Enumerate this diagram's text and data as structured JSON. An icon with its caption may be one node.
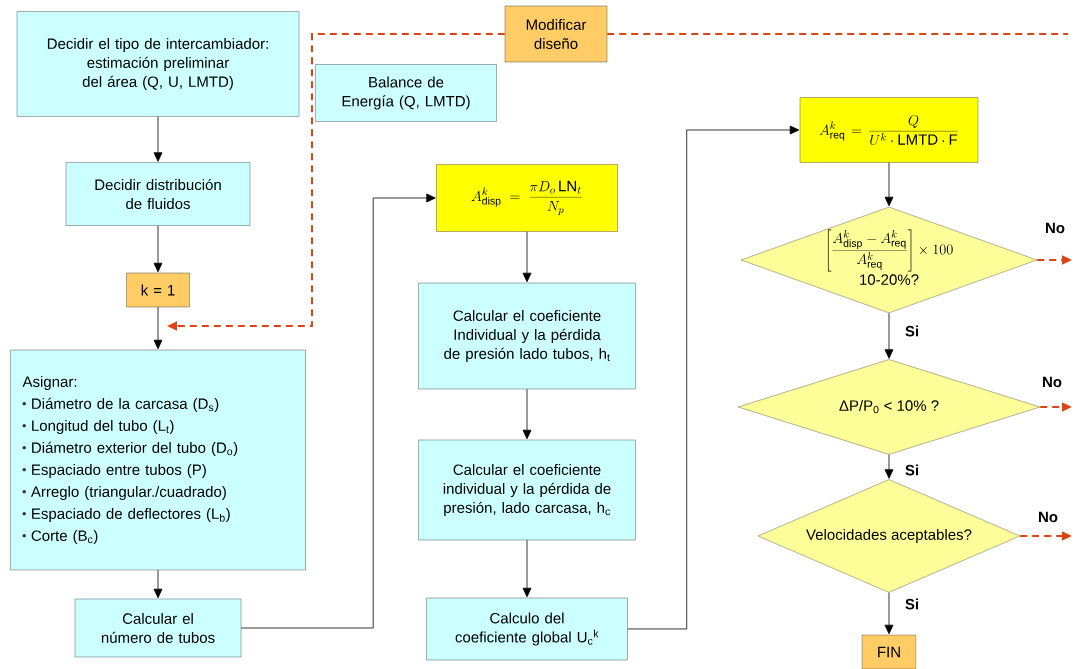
{
  "diagram": {
    "nodes": [
      {
        "text": [
          "Decidir el tipo de intercambiador: estimación preliminar del área (Q, U, LMTD)"
        ]
      },
      {
        "text": [
          "Decidir distribución de fluidos"
        ]
      },
      {
        "text": [
          "k = 1"
        ]
      },
      {
        "text": [
          "Asignar:",
          "Diámetro de la carcasa (D$_{s}$)",
          "Longitud del tubo (L$_{t}$)",
          "Diámetro exterior del tubo (D$_{o}$)",
          "Espaciado entre tubos (P)",
          "Arreglo (triangular./cuadrado)",
          "Espaciado de deflectores (L$_{b}$)",
          "Corte (B$_{c}$)"
        ]
      },
      {
        "text": [
          "Calcular el número de tubos"
        ]
      },
      {
        "text": [
          "Balance de Energía (Q, LMTD)"
        ]
      },
      {
        "text": [
          "Modificar diseño"
        ]
      },
      {
        "text": [
          "A^{k}_{\\mathrm{disp}}=\\frac{\\pi D_{o}\\,\\mathrm{LN}_{t}}{N_{p}}"
        ]
      },
      {
        "text": [
          "Calcular el coeficiente Individual y la pérdida de presión lado tubos, h$_{t}$"
        ]
      },
      {
        "text": [
          "Calcular el coeficiente individual y la pérdida de presión, lado carcasa, h$_{c}$"
        ]
      },
      {
        "text": [
          "Calculo del coeficiente global U$_{c}$$^{k}$"
        ]
      },
      {
        "text": [
          "A^{k}_{\\mathrm{req}}=\\frac{Q}{U^{k}\\cdot\\mathrm{LMTD}\\cdot\\mathrm{F}}"
        ]
      },
      {
        "text": [
          "\\left[\\frac{A^{k}_{\\mathrm{disp}}-A^{k}_{\\mathrm{req}}}{A^{k}_{\\mathrm{req}}}\\right]\\times 100",
          "10-20%?"
        ]
      },
      {
        "text": [
          "ΔP/P$_{0}$ < 10% ?"
        ]
      },
      {
        "text": [
          "Velocidades aceptables?"
        ]
      },
      {
        "text": [
          "FIN"
        ]
      }
    ],
    "edges": [
      {
        "from": 0,
        "to": 1,
        "arrow": "to"
      },
      {
        "from": 1,
        "to": 2,
        "arrow": "to"
      },
      {
        "from": 2,
        "to": 3,
        "arrow": "to"
      },
      {
        "from": 3,
        "to": 4,
        "arrow": "to"
      },
      {
        "from": 4,
        "to": 7,
        "arrow": "to"
      },
      {
        "from": 7,
        "to": 8,
        "arrow": "to"
      },
      {
        "from": 8,
        "to": 9,
        "arrow": "to"
      },
      {
        "from": 9,
        "to": 10,
        "arrow": "to"
      },
      {
        "from": 10,
        "to": 11,
        "arrow": "to"
      },
      {
        "from": 11,
        "to": 12,
        "arrow": "to"
      },
      {
        "from": 12,
        "to": 13,
        "arrow": "to",
        "label": "Si"
      },
      {
        "from": 13,
        "to": 14,
        "arrow": "to",
        "label": "Si"
      },
      {
        "from": 14,
        "to": 15,
        "arrow": "to",
        "label": "Si"
      },
      {
        "from": 12,
        "to": null,
        "arrow": "to",
        "label": "No",
        "style": "dashed",
        "color": "#dd4411"
      },
      {
        "from": 13,
        "to": null,
        "arrow": "to",
        "label": "No",
        "style": "dashed",
        "color": "#dd4411"
      },
      {
        "from": 14,
        "to": null,
        "arrow": "to",
        "label": "No",
        "style": "dashed",
        "color": "#dd4411"
      },
      {
        "from": 6,
        "to": null,
        "arrow": "none",
        "style": "dashed",
        "color": "#dd4411"
      },
      {
        "from": 6,
        "to": null,
        "arrow": "to",
        "style": "dashed",
        "color": "#dd4411"
      }
    ]
  }
}
